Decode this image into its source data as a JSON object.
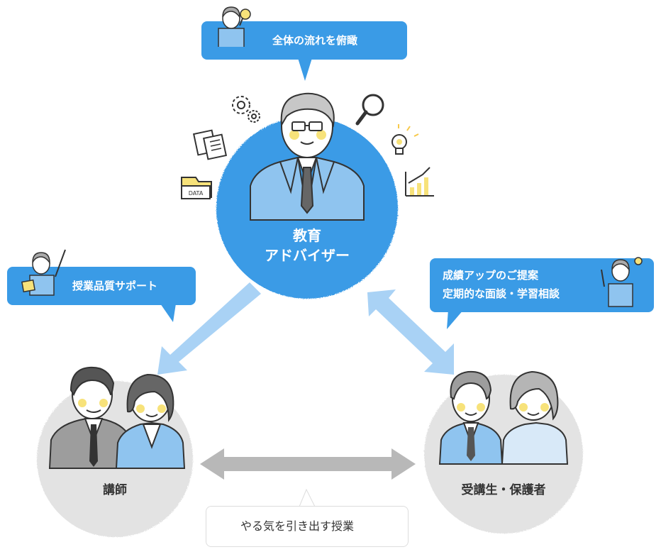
{
  "center": {
    "label_line1": "教育",
    "label_line2": "アドバイザー",
    "icon_data_text": "DATA"
  },
  "bubbles": {
    "top": "全体の流れを俯瞰",
    "left": "授業品質サポート",
    "right_line1": "成績アップのご提案",
    "right_line2": "定期的な面談・学習相談",
    "bottom": "やる気を引き出す授業"
  },
  "nodes": {
    "teacher": "講師",
    "student": "受講生・保護者"
  },
  "colors": {
    "blue": "#3a9be6",
    "light_blue_arrow": "#a9d2f5",
    "grey_arrow": "#b8b8b8",
    "grey_circle": "#e3e3e3",
    "suit_blue": "#8fc4ef",
    "cheek": "#f7e27a"
  }
}
